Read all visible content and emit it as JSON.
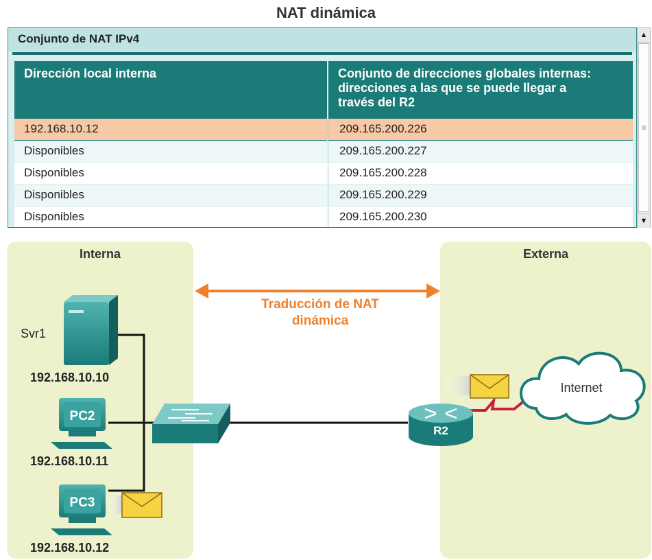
{
  "title": "NAT dinámica",
  "table": {
    "caption": "Conjunto de NAT IPv4",
    "headers": {
      "local": "Dirección local interna",
      "global": "Conjunto de direcciones globales internas: direcciones a las que se puede llegar a través del R2"
    },
    "rows": [
      {
        "local": "192.168.10.12",
        "global": "209.165.200.226",
        "highlight": true
      },
      {
        "local": "Disponibles",
        "global": "209.165.200.227"
      },
      {
        "local": "Disponibles",
        "global": "209.165.200.228"
      },
      {
        "local": "Disponibles",
        "global": "209.165.200.229"
      },
      {
        "local": "Disponibles",
        "global": "209.165.200.230"
      }
    ]
  },
  "scrollbar": {
    "up_icon": "▲",
    "down_icon": "▼",
    "grip_icon": "≡"
  },
  "zones": {
    "inside": "Interna",
    "outside": "Externa"
  },
  "nat_label": "Traducción de NAT dinámica",
  "devices": {
    "server": {
      "name": "Svr1",
      "ip": "192.168.10.10"
    },
    "pc2": {
      "name": "PC2",
      "ip": "192.168.10.11"
    },
    "pc3": {
      "name": "PC3",
      "ip": "192.168.10.12"
    },
    "router": {
      "name": "R2"
    },
    "cloud": {
      "name": "Internet"
    }
  },
  "colors": {
    "teal_header": "#1b7b78",
    "highlight_row": "#f8c9a6",
    "zone_fill": "#eef2cc",
    "nat_arrow": "#f0812c",
    "serial_link": "#cc1f3a",
    "envelope": "#f5d341"
  }
}
